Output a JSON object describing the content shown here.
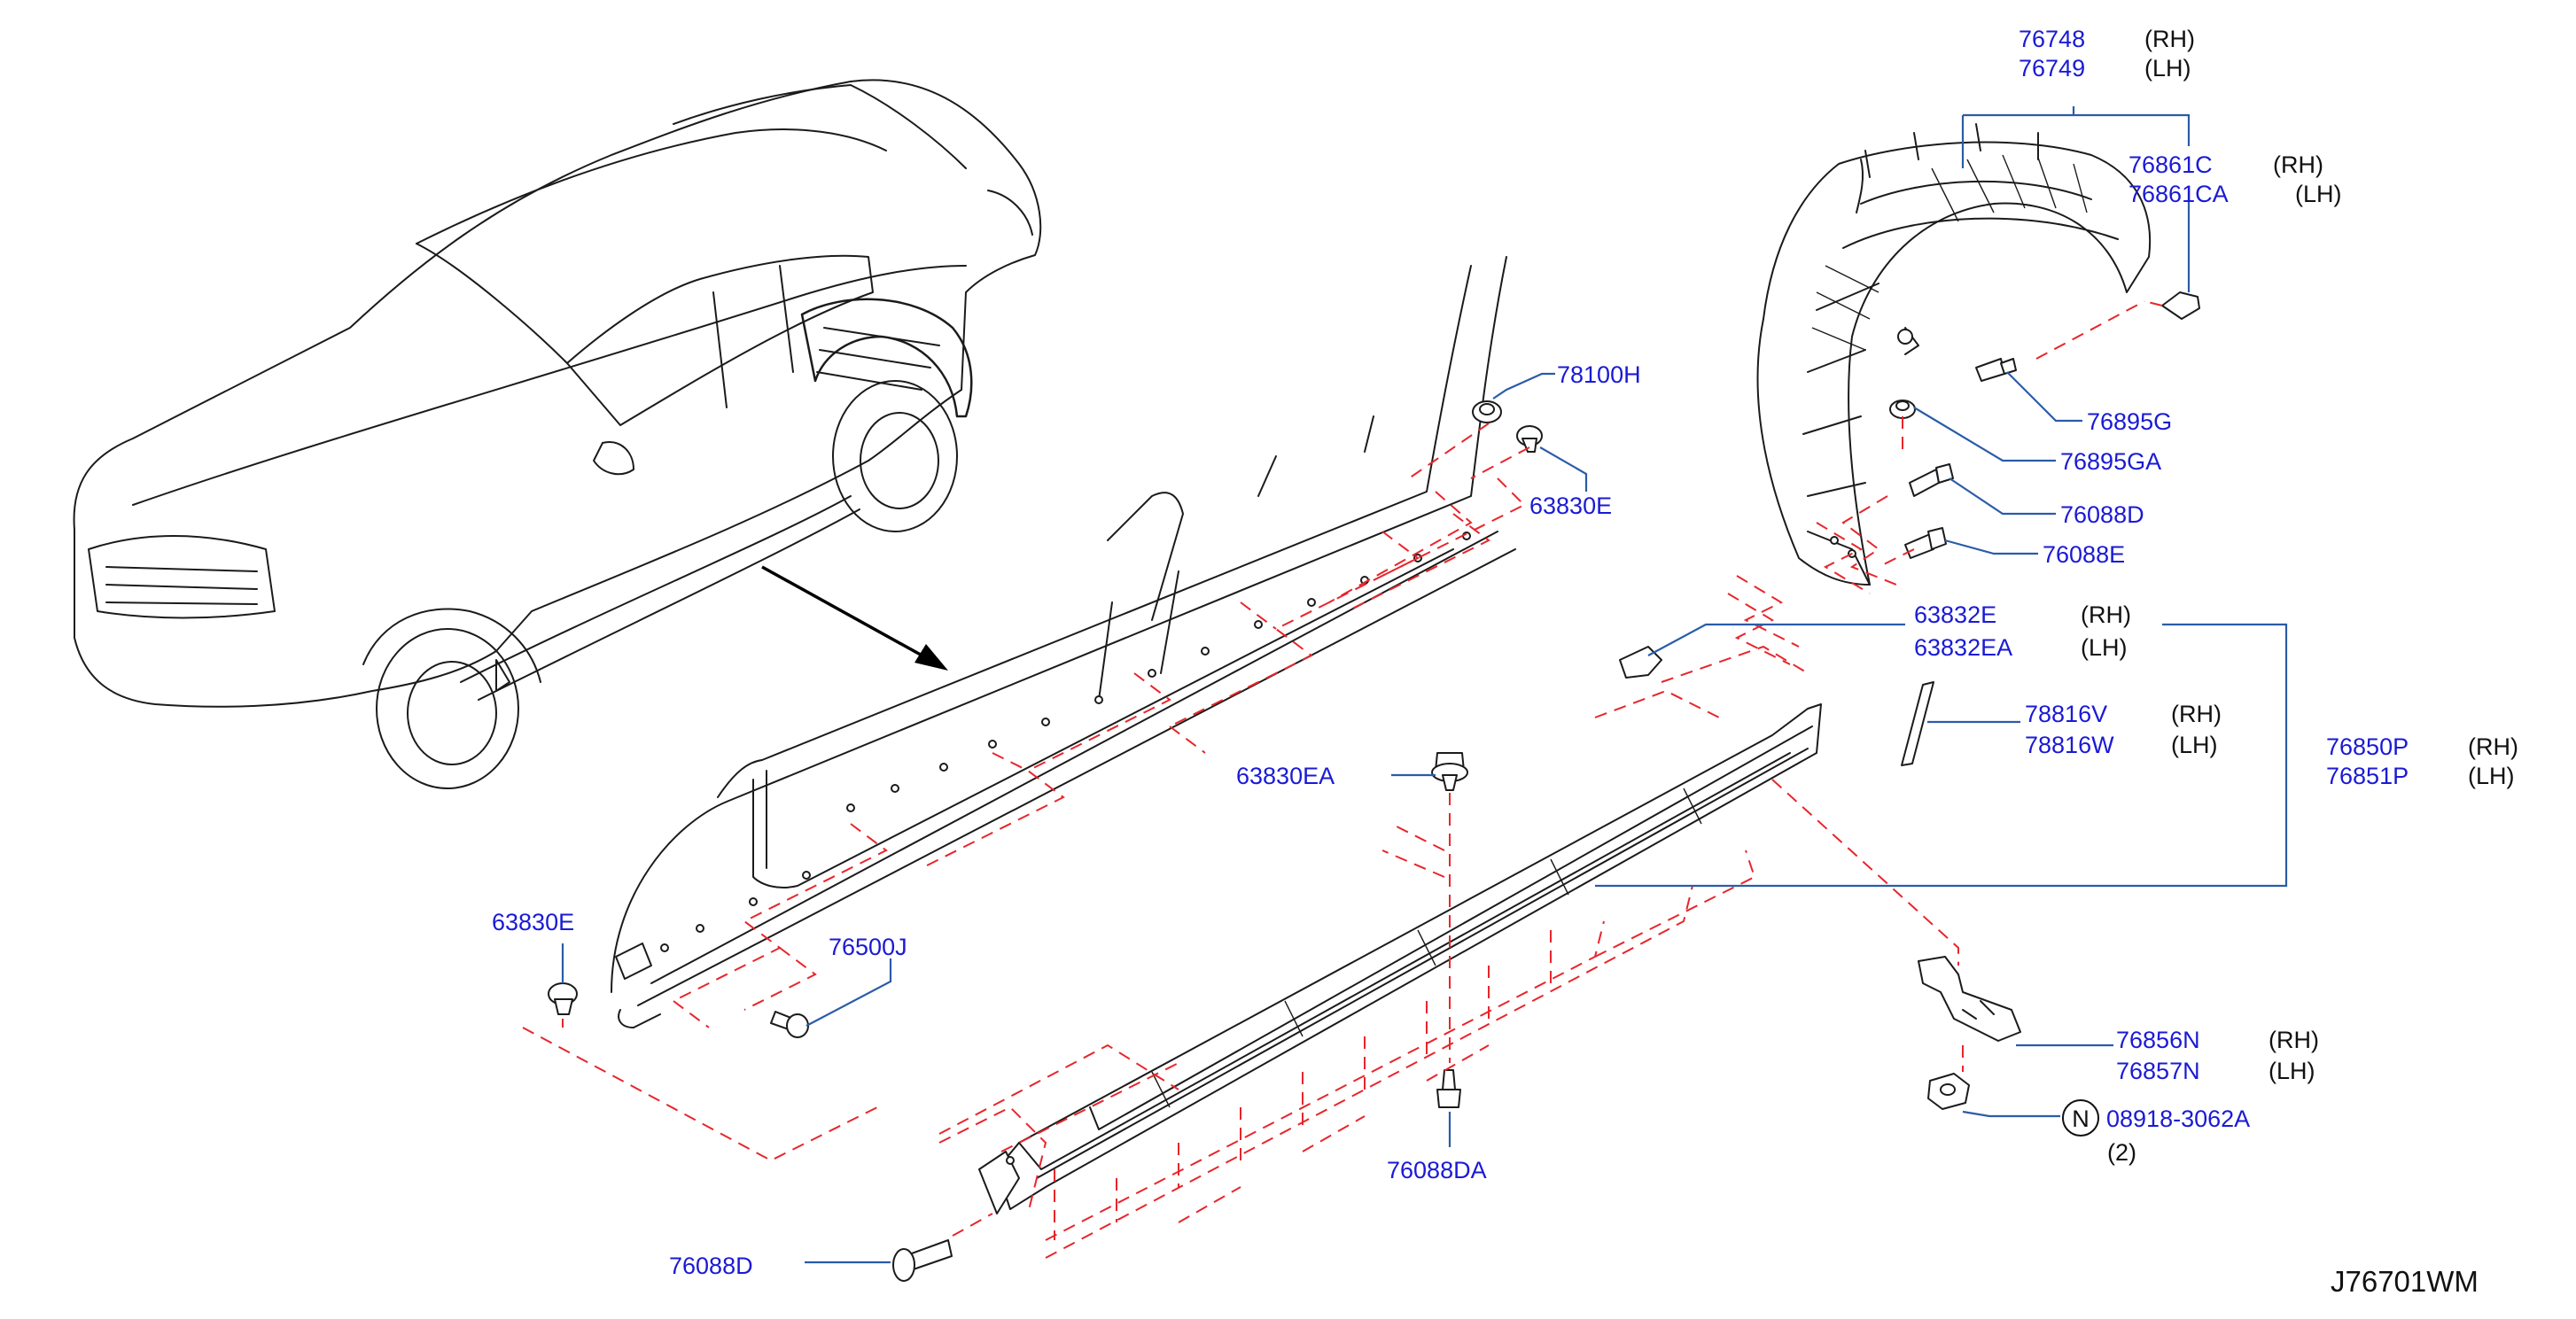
{
  "diagram_code": "J76701WM",
  "labels": {
    "p76748": "76748",
    "p76748_side": "(RH)",
    "p76749": "76749",
    "p76749_side": "(LH)",
    "p76861c": "76861C",
    "p76861c_side": "(RH)",
    "p76861ca": "76861CA",
    "p76861ca_side": "(LH)",
    "p78100h": "78100H",
    "p63830e_top": "63830E",
    "p76895g": "76895G",
    "p76895ga": "76895GA",
    "p76088d_right": "76088D",
    "p76088e": "76088E",
    "p63832e": "63832E",
    "p63832e_side": "(RH)",
    "p63832ea": "63832EA",
    "p63832ea_side": "(LH)",
    "p78816v": "78816V",
    "p78816v_side": "(RH)",
    "p78816w": "78816W",
    "p78816w_side": "(LH)",
    "p76850p": "76850P",
    "p76850p_side": "(RH)",
    "p76851p": "76851P",
    "p76851p_side": "(LH)",
    "p63830ea": "63830EA",
    "p63830e_left": "63830E",
    "p76500j": "76500J",
    "p76856n": "76856N",
    "p76856n_side": "(RH)",
    "p76857n": "76857N",
    "p76857n_side": "(LH)",
    "n_symbol": "N",
    "p08918": "08918-3062A",
    "p08918_qty": "(2)",
    "p76088da": "76088DA",
    "p76088d_bottom": "76088D"
  }
}
